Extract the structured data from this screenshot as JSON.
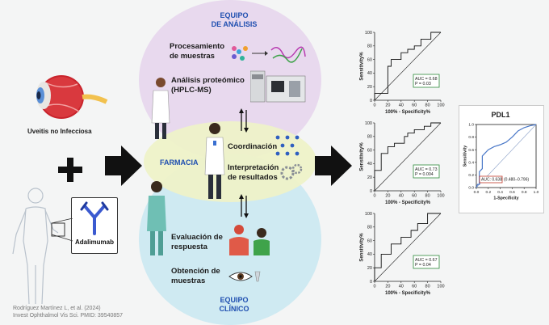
{
  "venn": {
    "top_title_line1": "EQUIPO",
    "top_title_line2": "DE ANÁLISIS",
    "middle_title": "FARMACIA",
    "bottom_title_line1": "EQUIPO",
    "bottom_title_line2": "CLÍNICO",
    "colors": {
      "top": "#e8d9ee",
      "middle": "#eef2c8",
      "bottom": "#cfeaf2",
      "title": "#1f4fb0"
    }
  },
  "steps": {
    "procesamiento": [
      "Procesamiento",
      "de muestras"
    ],
    "analisis": [
      "Análisis proteómico",
      "(HPLC-MS)"
    ],
    "coordinacion": "Coordinación",
    "interpretacion": [
      "Interpretación",
      "de resultados"
    ],
    "evaluacion": [
      "Evaluación de",
      "respuesta"
    ],
    "obtencion": [
      "Obtención de",
      "muestras"
    ]
  },
  "left": {
    "eye_label": "Uveitis no Infecciosa",
    "drug_label": "Adalimumab",
    "citation_line1": "Rodríguez Martínez L, et al. (2024)",
    "citation_line2": "Invest Ophthalmol Vis Sci. PMID: 39540857"
  },
  "chart_data": [
    {
      "type": "line",
      "xlabel": "100% - Specificity%",
      "ylabel": "Sensitivity%",
      "xlim": [
        0,
        100
      ],
      "ylim": [
        0,
        100
      ],
      "ticks": [
        0,
        20,
        40,
        60,
        80,
        100
      ],
      "auc_label": "AUC = 0.68",
      "p_label": "P = 0.03",
      "x": [
        0,
        0,
        20,
        20,
        25,
        25,
        40,
        40,
        50,
        50,
        60,
        60,
        70,
        70,
        85,
        85,
        100
      ],
      "y": [
        0,
        10,
        10,
        50,
        50,
        60,
        60,
        70,
        70,
        75,
        75,
        80,
        80,
        90,
        90,
        100,
        100
      ]
    },
    {
      "type": "line",
      "xlabel": "100% - Specificity%",
      "ylabel": "Sensitivity%",
      "xlim": [
        0,
        100
      ],
      "ylim": [
        0,
        100
      ],
      "ticks": [
        0,
        20,
        40,
        60,
        80,
        100
      ],
      "auc_label": "AUC = 0.73",
      "p_label": "P = 0.004",
      "x": [
        0,
        0,
        10,
        10,
        20,
        20,
        30,
        30,
        45,
        45,
        50,
        50,
        60,
        60,
        75,
        75,
        85,
        85,
        100
      ],
      "y": [
        0,
        30,
        30,
        55,
        55,
        65,
        65,
        70,
        70,
        80,
        80,
        85,
        85,
        90,
        90,
        95,
        95,
        100,
        100
      ]
    },
    {
      "type": "line",
      "xlabel": "100% - Specificity%",
      "ylabel": "Sensitivity%",
      "xlim": [
        0,
        100
      ],
      "ylim": [
        0,
        100
      ],
      "ticks": [
        0,
        20,
        40,
        60,
        80,
        100
      ],
      "auc_label": "AUC = 0.67",
      "p_label": "P = 0.04",
      "x": [
        0,
        0,
        10,
        10,
        25,
        25,
        40,
        40,
        55,
        55,
        65,
        65,
        80,
        80,
        100
      ],
      "y": [
        0,
        20,
        20,
        40,
        40,
        55,
        55,
        65,
        65,
        75,
        75,
        85,
        85,
        100,
        100
      ]
    },
    {
      "type": "line",
      "title": "PDL1",
      "xlabel": "1-Specificity",
      "ylabel": "Sensitivity",
      "xlim": [
        0,
        1
      ],
      "ylim": [
        0,
        1
      ],
      "ticks": [
        0,
        0.2,
        0.4,
        0.6,
        0.8,
        1
      ],
      "tick_labels": [
        "0.0",
        "0.2",
        "0.4",
        "0.6",
        "0.8",
        "1.0"
      ],
      "auc_label": "AUC: 0.638",
      "ci_label": "(0.480–0.796)",
      "x": [
        0,
        0.02,
        0.05,
        0.05,
        0.1,
        0.1,
        0.15,
        0.2,
        0.3,
        0.4,
        0.5,
        0.55,
        0.6,
        0.65,
        0.7,
        0.8,
        0.9,
        1
      ],
      "y": [
        0,
        0.05,
        0.05,
        0.25,
        0.3,
        0.5,
        0.55,
        0.6,
        0.65,
        0.68,
        0.72,
        0.76,
        0.8,
        0.85,
        0.9,
        0.95,
        0.98,
        1
      ]
    }
  ]
}
